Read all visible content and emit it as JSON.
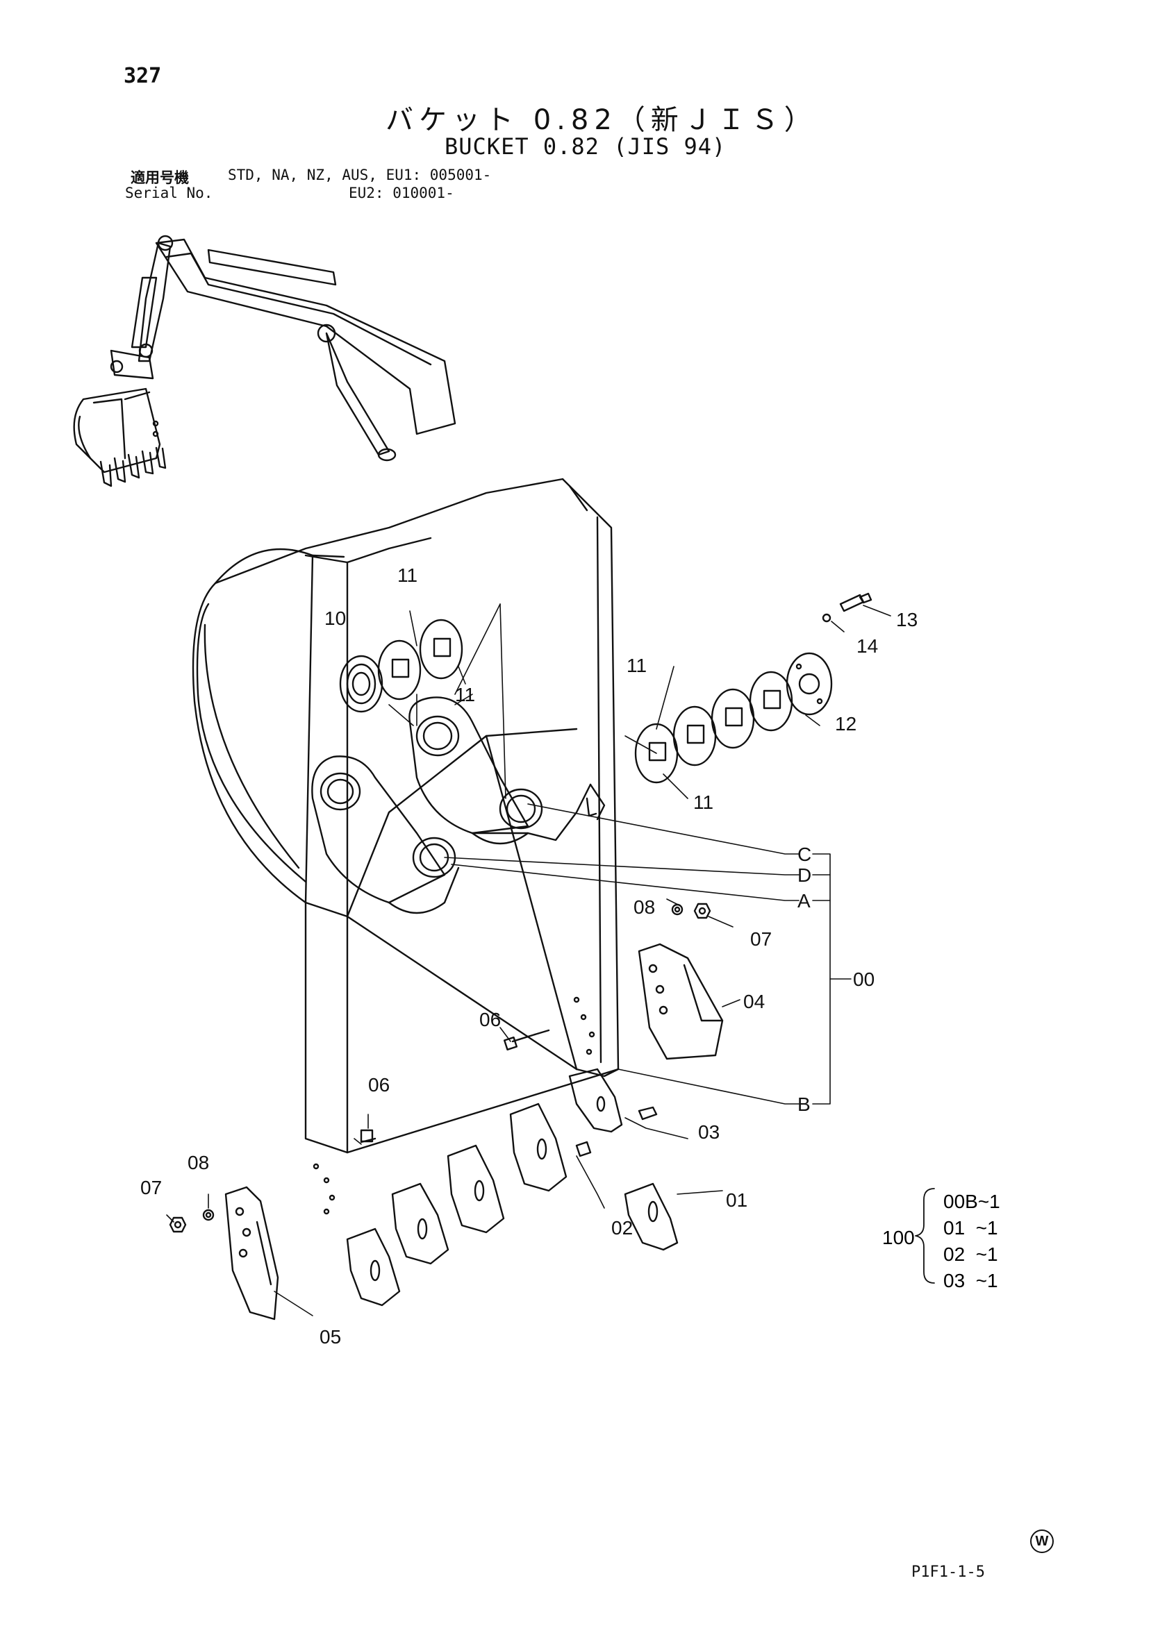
{
  "header": {
    "page_number": "327",
    "title_jp": "バケット 0.82（新ＪＩＳ）",
    "title_en": "BUCKET 0.82 (JIS 94)"
  },
  "serial": {
    "label_jp": "適用号機",
    "label_en": "Serial No.",
    "line_1": "STD, NA, NZ, AUS, EU1: 005001-",
    "line_2": "EU2: 010001-"
  },
  "callouts": {
    "p11_top": "11",
    "p10": "10",
    "p11_mid": "11",
    "p11_right": "11",
    "p11_lower": "11",
    "p13": "13",
    "p14": "14",
    "p12": "12",
    "pC": "C",
    "pD": "D",
    "pA": "A",
    "p00": "00",
    "p08_right": "08",
    "p07_right": "07",
    "p04": "04",
    "p06_mid": "06",
    "p06_left": "06",
    "pB": "B",
    "p03": "03",
    "p08_left": "08",
    "p07_left": "07",
    "p01": "01",
    "p02": "02",
    "p05": "05"
  },
  "kit": {
    "label": "100",
    "items": [
      "00B~1",
      "01  ~1",
      "02  ~1",
      "03  ~1"
    ]
  },
  "footer": {
    "mark": "W",
    "code": "P1F1-1-5"
  }
}
